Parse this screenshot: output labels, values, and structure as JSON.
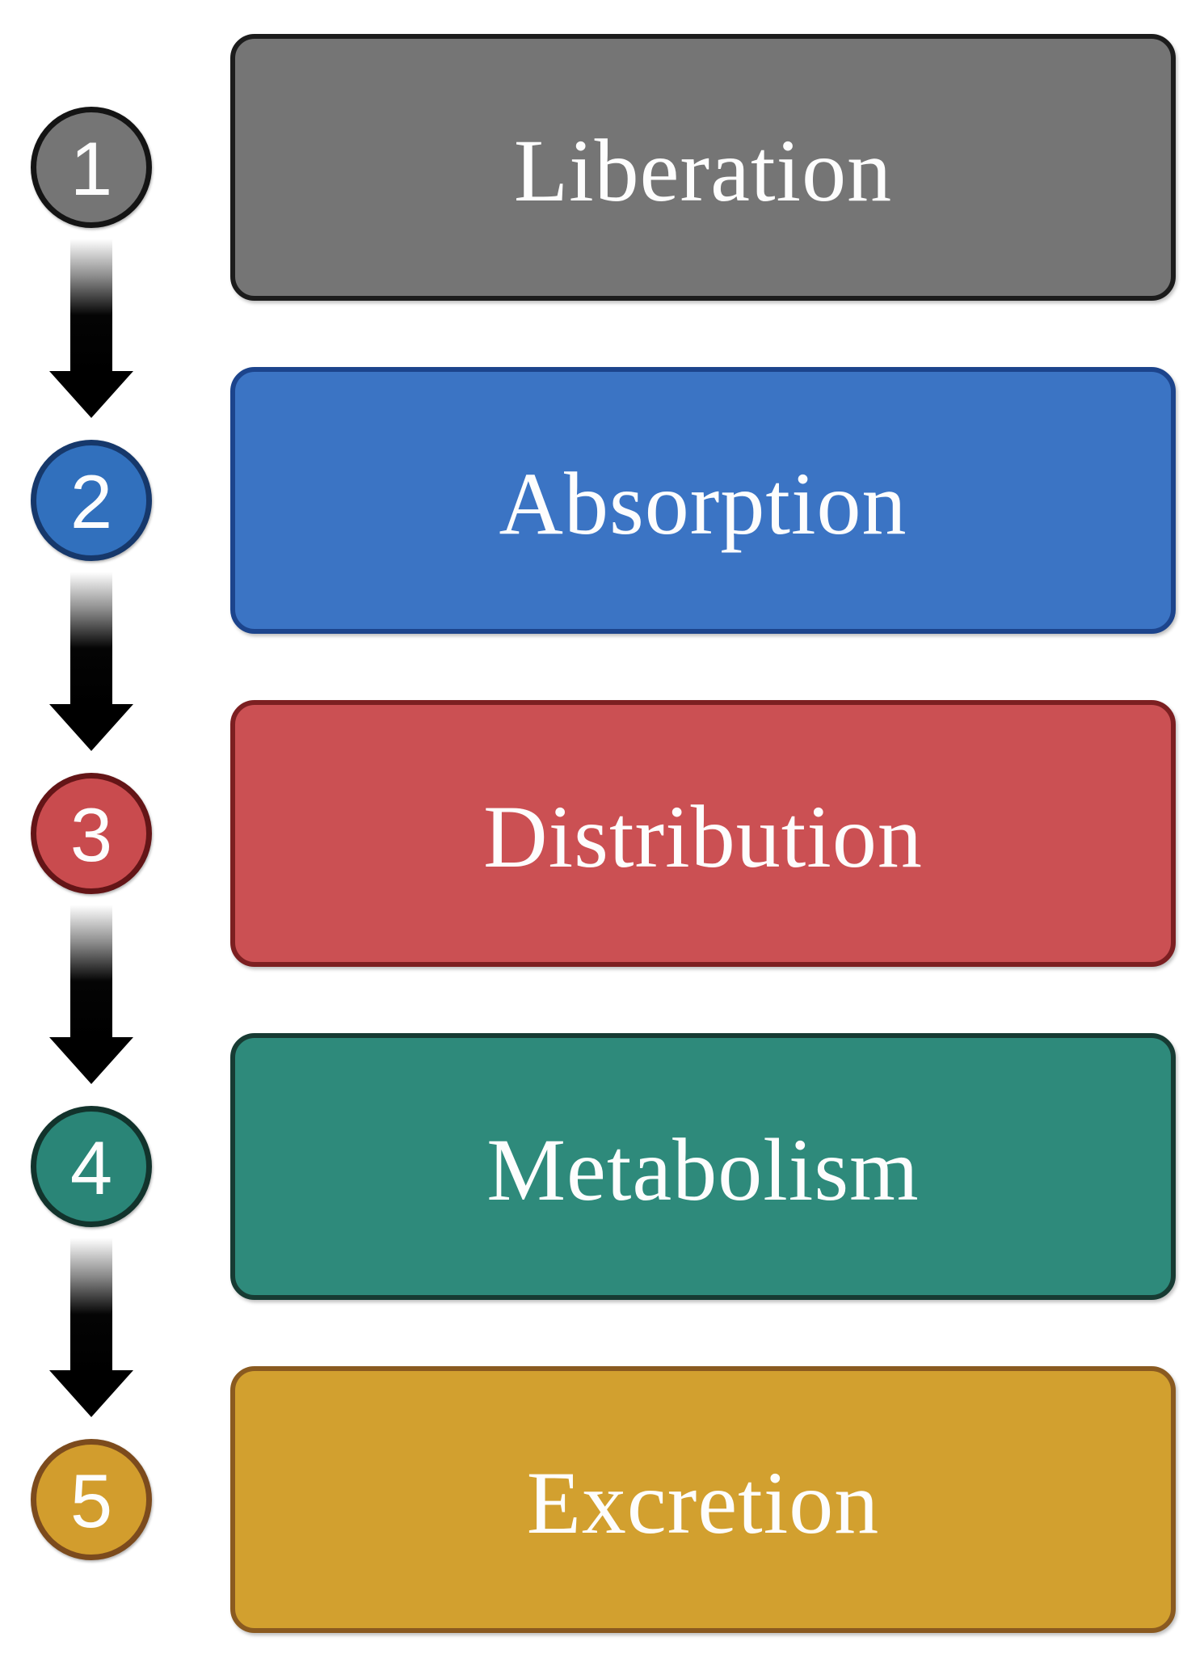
{
  "figure": {
    "type": "vertical-flow-diagram",
    "background": "#ffffff"
  },
  "arrow": {
    "color": "#000000",
    "fade_top_color": "#ffffff"
  },
  "steps": [
    {
      "number": "1",
      "label": "Liberation",
      "box_fill": "#757575",
      "box_border": "#1c1c1c",
      "circle_fill": "#757575",
      "circle_border": "#141414",
      "text_color": "#fdfdfd"
    },
    {
      "number": "2",
      "label": "Absorption",
      "box_fill": "#3b74c4",
      "box_border": "#1c448c",
      "circle_fill": "#3170bd",
      "circle_border": "#16386b",
      "text_color": "#fdfdfd"
    },
    {
      "number": "3",
      "label": "Distribution",
      "box_fill": "#cb5053",
      "box_border": "#7c1f21",
      "circle_fill": "#c94b4e",
      "circle_border": "#641517",
      "text_color": "#fdfdfd"
    },
    {
      "number": "4",
      "label": "Metabolism",
      "box_fill": "#2e8a7b",
      "box_border": "#173b33",
      "circle_fill": "#2a8577",
      "circle_border": "#12332c",
      "text_color": "#fdfdfd"
    },
    {
      "number": "5",
      "label": "Excretion",
      "box_fill": "#d2a02f",
      "box_border": "#8a5a20",
      "circle_fill": "#d29d2d",
      "circle_border": "#7c4b1d",
      "text_color": "#fdfdfd"
    }
  ]
}
